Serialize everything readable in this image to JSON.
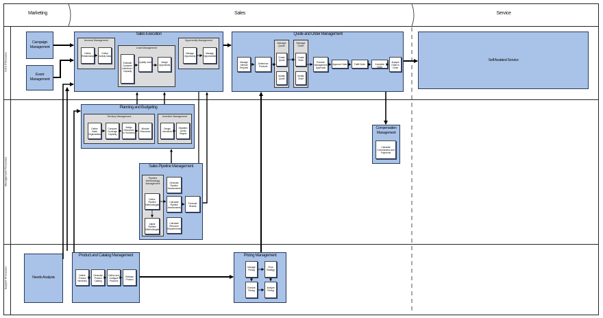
{
  "columns": {
    "marketing": "Marketing",
    "sales": "Sales",
    "service": "Service"
  },
  "rows": {
    "core": "Core Processes",
    "management": "Management Processes",
    "support": "Support Processes"
  },
  "campaign": "Campaign Management",
  "event": "Event Management",
  "sales_exec": {
    "title": "Sales Execution",
    "account": {
      "title": "Account Management",
      "items": [
        "Define Relationships",
        "Collect Activity Data"
      ]
    },
    "lead": {
      "title": "Lead Management",
      "items": [
        "Evaluate Customer Intentions / Capacity",
        "Qualify Lead",
        "Assign Opportunity"
      ]
    },
    "opportunity": {
      "title": "Opportunity Management",
      "items": [
        "Manage Opportunity",
        "Manage Opportunities"
      ]
    }
  },
  "quote": {
    "title": "Quote and Order Management",
    "manage_quote": "Manage Quote",
    "manage_order": "Manage Order",
    "items": [
      "Manage Internal Request",
      "Determine Products",
      "Create Quote",
      "Modify Quote",
      "Create Order",
      "Modify Order",
      "Execute Management Approvals",
      "Approve Order",
      "Fulfill Order",
      "Complete Order",
      "Analyze Order to Close"
    ]
  },
  "self_service": "Self Assisted Service",
  "planning": {
    "title": "Planning and Budgeting",
    "territory": {
      "title": "Territory Management",
      "items": [
        "Define Sales Organization",
        "Compare Coverage Capacity",
        "Assign Resources to Territories",
        "Allocate Resources"
      ]
    },
    "incentive": {
      "title": "Incentive Management",
      "items": [
        "Design Incentives",
        "Establish Quota Targets"
      ]
    }
  },
  "compensation": {
    "title": "Compensation Management",
    "items": [
      "Calculate Commissions and Payments"
    ]
  },
  "pipeline": {
    "title": "Sales Pipeline Management",
    "sub": "Pipeline Methodology Management",
    "items": [
      "Define Pipeline Methodologies",
      "Adjust Pipeline Methodologies",
      "Generate Pipeline Assessments",
      "Calculate Pipeline Assessments",
      "Calculate Resource Requirements",
      "Forecast Results"
    ]
  },
  "needs": "Needs Analysis",
  "product": {
    "title": "Product and Catalog Management",
    "items": [
      "Define Product Hierarchy",
      "Generate Product Catalog",
      "Define and Configure Products",
      "Release Product"
    ]
  },
  "pricing": {
    "title": "Pricing Management",
    "items": [
      "Manage Pricing",
      "Price Strategy",
      "Execute Pricing",
      "Analyze Pricing"
    ]
  }
}
